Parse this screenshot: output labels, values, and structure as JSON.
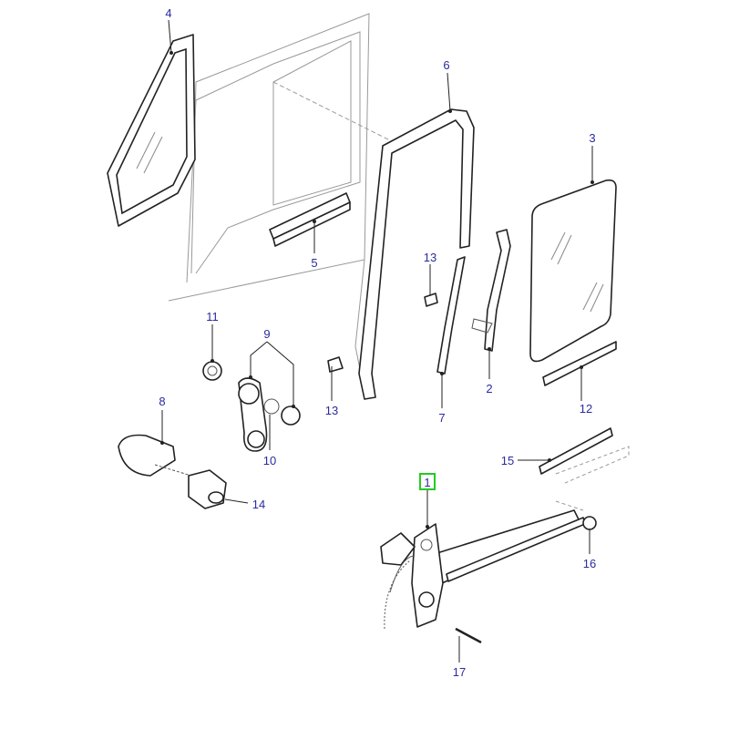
{
  "diagram": {
    "colors": {
      "label": "#2b2ba0",
      "highlight": "#22cc22",
      "line": "#222222"
    },
    "selected_part": "1",
    "callouts": [
      {
        "id": "4",
        "text": "4"
      },
      {
        "id": "6",
        "text": "6"
      },
      {
        "id": "3",
        "text": "3"
      },
      {
        "id": "5",
        "text": "5"
      },
      {
        "id": "13a",
        "text": "13"
      },
      {
        "id": "11",
        "text": "11"
      },
      {
        "id": "9",
        "text": "9"
      },
      {
        "id": "13b",
        "text": "13"
      },
      {
        "id": "7",
        "text": "7"
      },
      {
        "id": "2",
        "text": "2"
      },
      {
        "id": "12",
        "text": "12"
      },
      {
        "id": "8",
        "text": "8"
      },
      {
        "id": "10",
        "text": "10"
      },
      {
        "id": "15",
        "text": "15"
      },
      {
        "id": "14",
        "text": "14"
      },
      {
        "id": "1",
        "text": "1"
      },
      {
        "id": "16",
        "text": "16"
      },
      {
        "id": "17",
        "text": "17"
      }
    ]
  }
}
